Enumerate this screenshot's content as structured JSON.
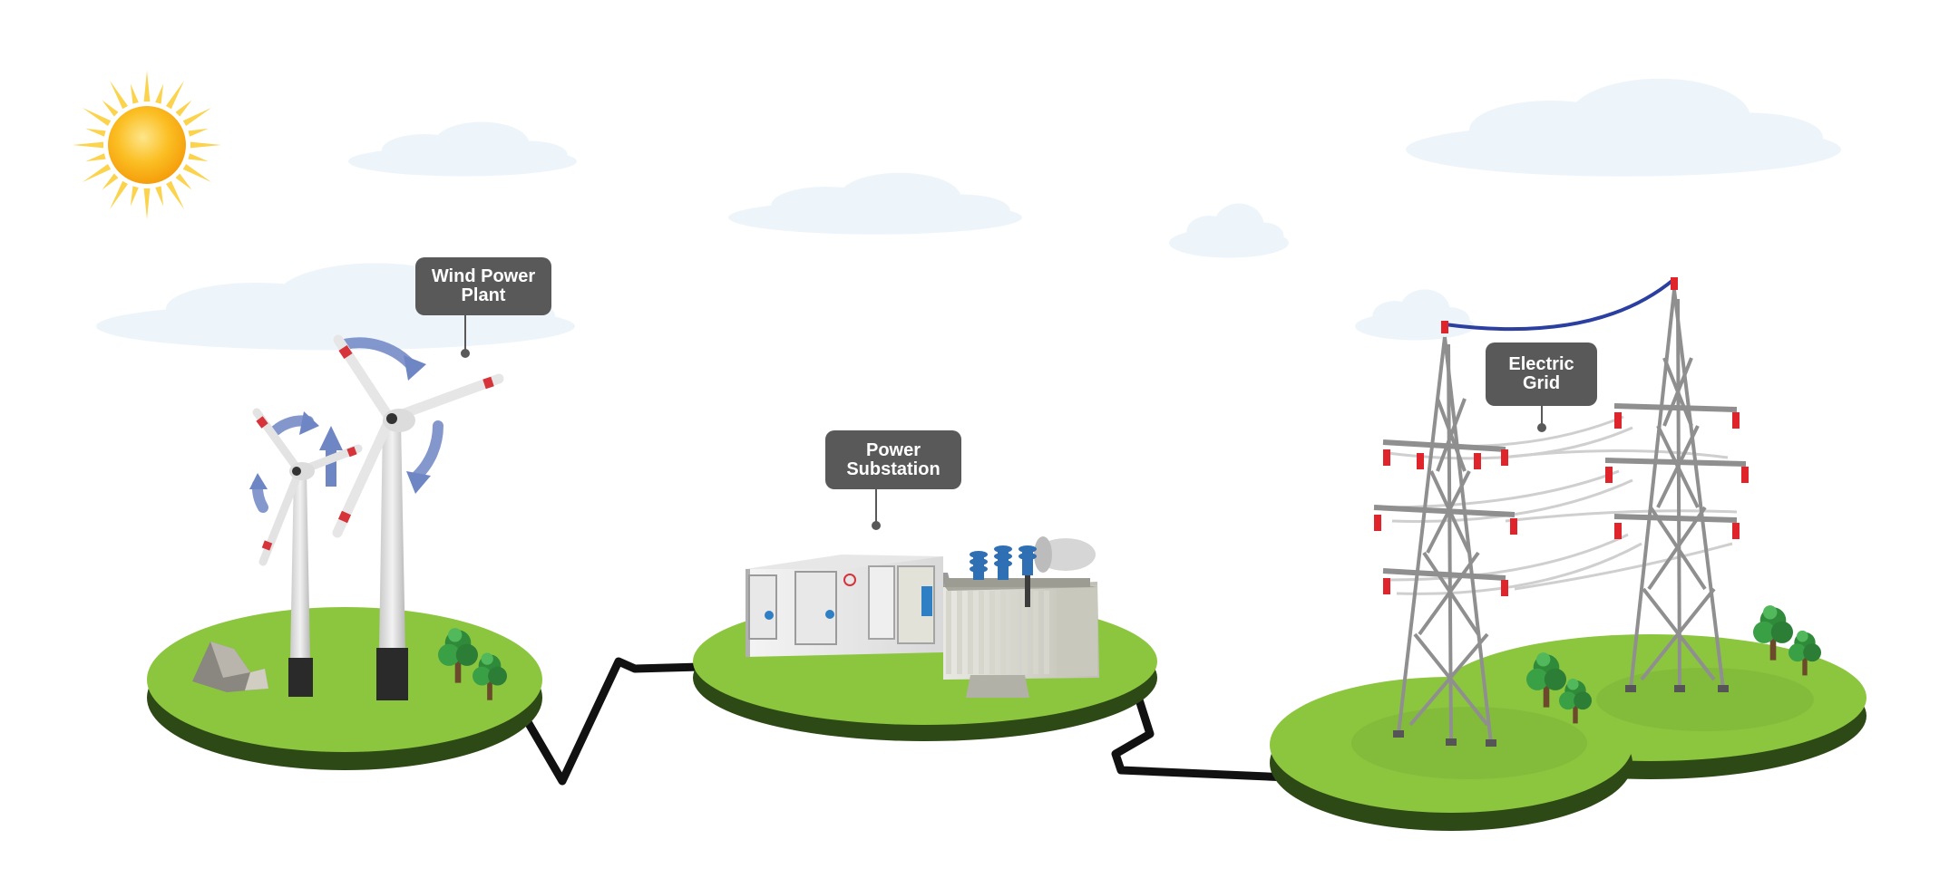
{
  "labels": {
    "wind": {
      "line1": "Wind Power",
      "line2": "Plant"
    },
    "substation": {
      "line1": "Power",
      "line2": "Substation"
    },
    "grid": {
      "line1": "Electric",
      "line2": "Grid"
    }
  },
  "colors": {
    "grass": "#8cc63f",
    "ground_edge": "#2d4a16",
    "callout": "#595959",
    "sun": "#fbbf24",
    "cloud": "#eef5fa",
    "arrows": "#6f86c4",
    "insulator": "#e0242c",
    "wire_top": "#2a3fa0",
    "cable": "#111111"
  }
}
